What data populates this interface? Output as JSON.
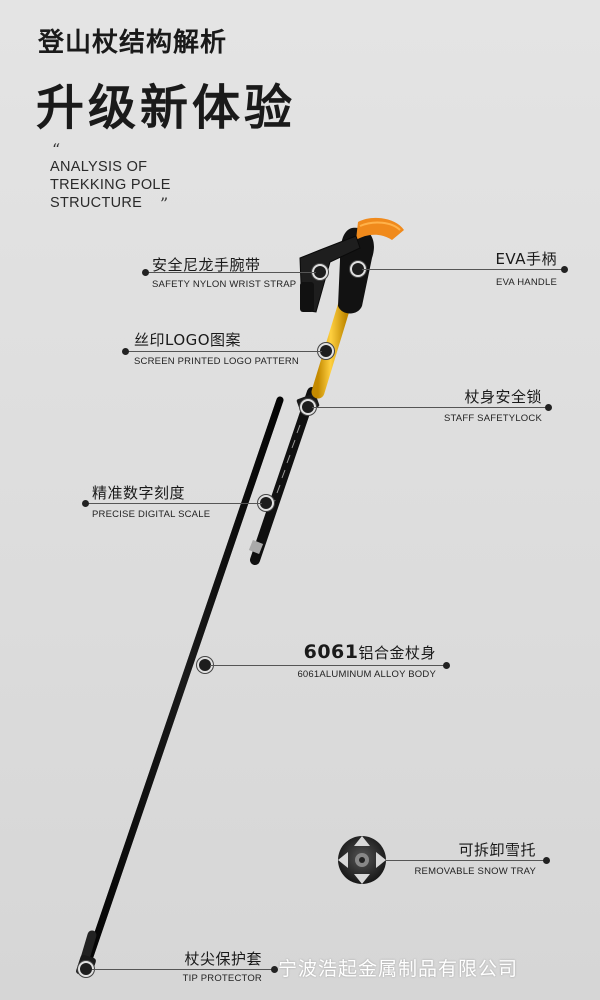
{
  "header": {
    "title_small": "登山杖结构解析",
    "title_big": "升级新体验",
    "open_quote": "“",
    "close_quote": "”",
    "analysis_lines": [
      "ANALYSIS OF",
      "TREKKING POLE",
      "STRUCTURE"
    ]
  },
  "labels": {
    "wrist_strap": {
      "cn": "安全尼龙手腕带",
      "en": "SAFETY NYLON WRIST STRAP"
    },
    "eva_handle": {
      "cn": "EVA手柄",
      "en": "EVA HANDLE"
    },
    "logo_pattern": {
      "cn": "丝印LOGO图案",
      "en": "SCREEN PRINTED LOGO PATTERN"
    },
    "safety_lock": {
      "cn": "杖身安全锁",
      "en": "STAFF SAFETYLOCK"
    },
    "digital_scale": {
      "cn": "精准数字刻度",
      "en": "PRECISE DIGITAL SCALE"
    },
    "alloy_body": {
      "cn_num": "6061",
      "cn_rest": "铝合金杖身",
      "en": "6061ALUMINUM ALLOY BODY"
    },
    "snow_tray": {
      "cn": "可拆卸雪托",
      "en": "REMOVABLE SNOW TRAY"
    },
    "tip_protector": {
      "cn": "杖尖保护套",
      "en": "TIP PROTECTOR"
    }
  },
  "watermark": "宁波浩起金属制品有限公司",
  "colors": {
    "accent_yellow": "#f2b414",
    "orange": "#f08a1c",
    "pole_black": "#151515"
  }
}
